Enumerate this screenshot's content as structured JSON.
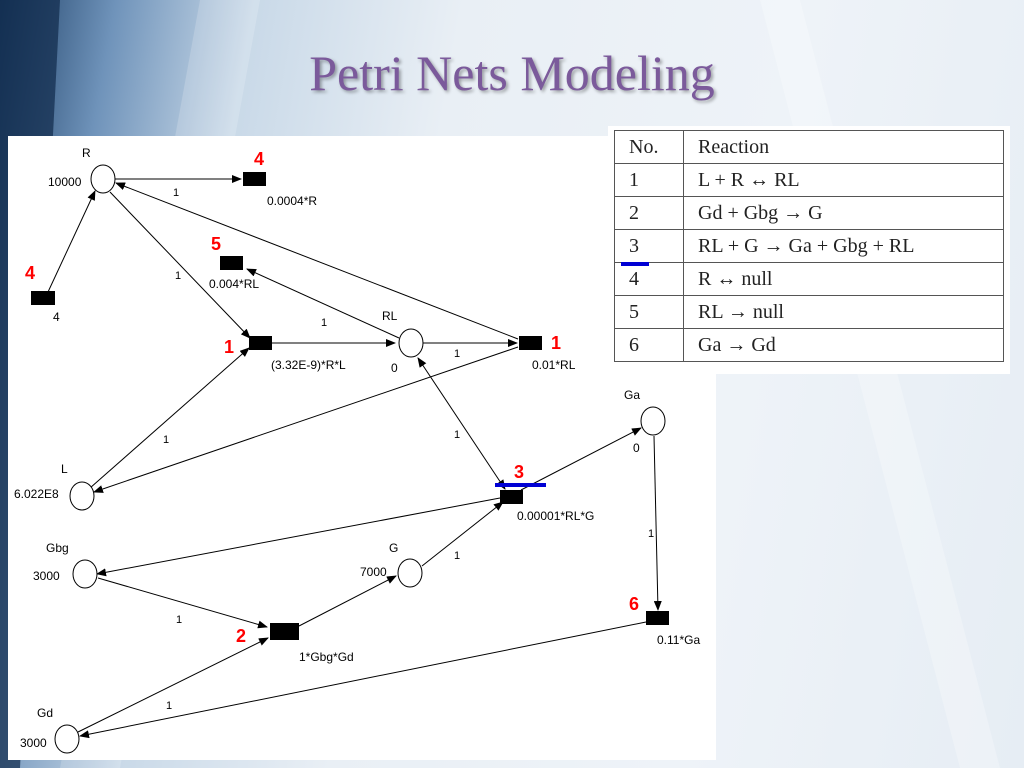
{
  "slide": {
    "title": "Petri Nets Modeling"
  },
  "colors": {
    "title": "#7b5a9b",
    "reaction_id": "#ff0000",
    "highlight": "#0000d4"
  },
  "places": [
    {
      "key": "R",
      "label": "R",
      "tokens": "10000"
    },
    {
      "key": "L",
      "label": "L",
      "tokens": "6.022E8"
    },
    {
      "key": "RL",
      "label": "RL",
      "tokens": "0"
    },
    {
      "key": "Ga",
      "label": "Ga",
      "tokens": "0"
    },
    {
      "key": "Gbg",
      "label": "Gbg",
      "tokens": "3000"
    },
    {
      "key": "G",
      "label": "G",
      "tokens": "7000"
    },
    {
      "key": "Gd",
      "label": "Gd",
      "tokens": "3000"
    }
  ],
  "transitions": [
    {
      "key": "t4a",
      "reaction": "4",
      "rate": "0.0004*R"
    },
    {
      "key": "t4b",
      "reaction": "4",
      "rate": "4"
    },
    {
      "key": "t5",
      "reaction": "5",
      "rate": "0.004*RL"
    },
    {
      "key": "t1a",
      "reaction": "1",
      "rate": "(3.32E-9)*R*L"
    },
    {
      "key": "t1b",
      "reaction": "1",
      "rate": "0.01*RL"
    },
    {
      "key": "t3",
      "reaction": "3",
      "rate": "0.00001*RL*G"
    },
    {
      "key": "t6",
      "reaction": "6",
      "rate": "0.11*Ga"
    },
    {
      "key": "t2",
      "reaction": "2",
      "rate": "1*Gbg*Gd"
    }
  ],
  "arc_weight": "1",
  "reaction_table": {
    "headers": [
      "No.",
      "Reaction"
    ],
    "rows": [
      {
        "no": "1",
        "reaction": "L + R ↔ RL"
      },
      {
        "no": "2",
        "reaction": "Gd + Gbg → G"
      },
      {
        "no": "3",
        "reaction": "RL + G → Ga + Gbg + RL"
      },
      {
        "no": "4",
        "reaction": "R ↔ null"
      },
      {
        "no": "5",
        "reaction": "RL → null"
      },
      {
        "no": "6",
        "reaction": "Ga → Gd"
      }
    ]
  }
}
